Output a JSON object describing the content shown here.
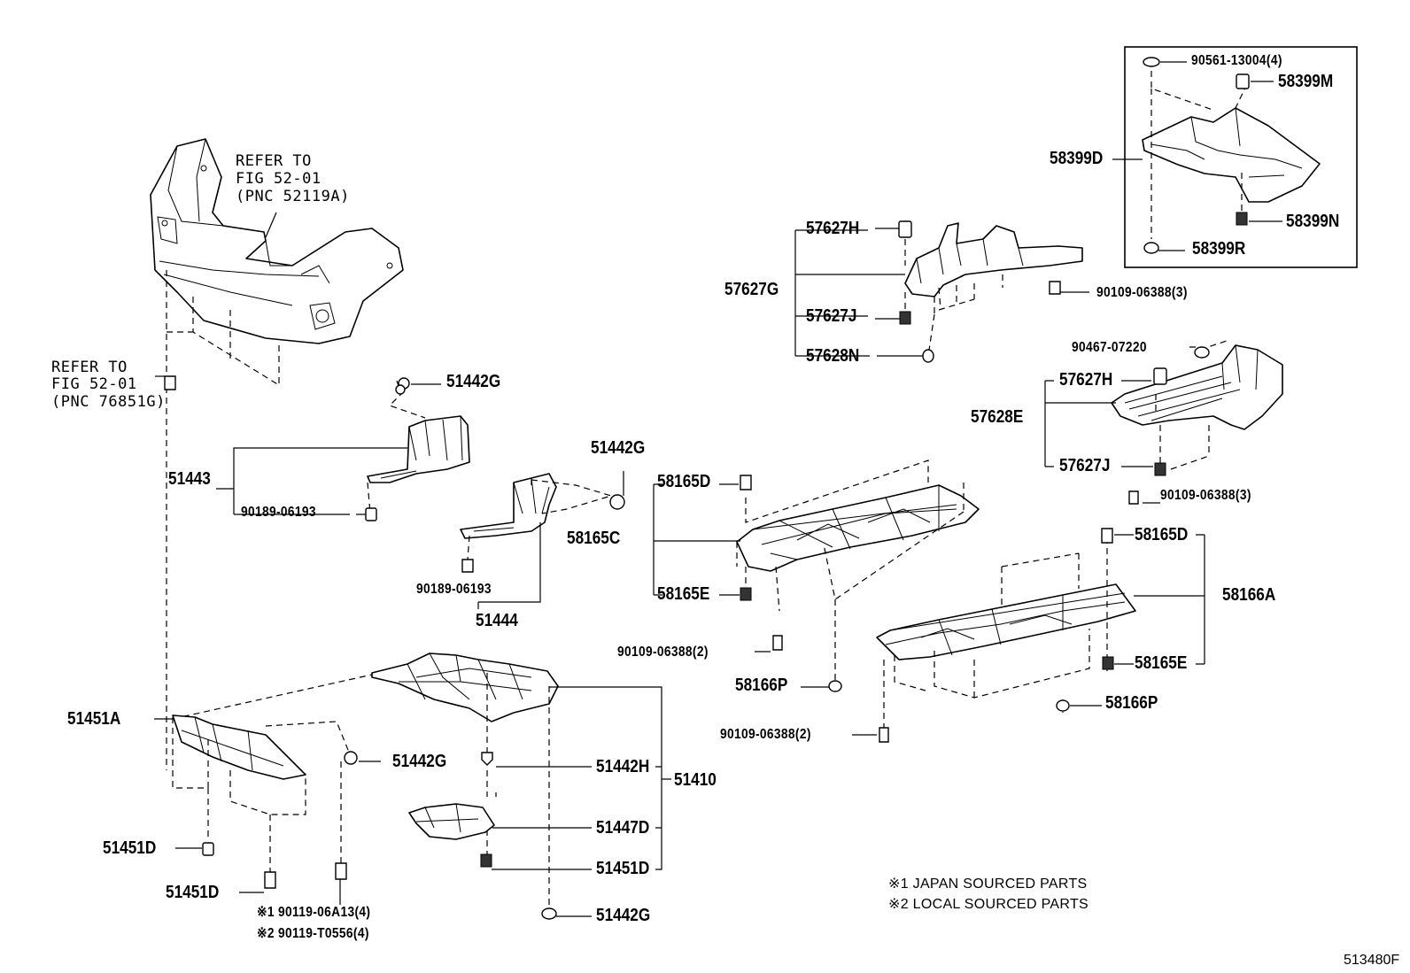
{
  "references": {
    "bumper_ref": [
      "REFER TO",
      "FIG 52-01",
      "(PNC 52119A)"
    ],
    "clip_ref": [
      "REFER TO",
      "FIG 52-01",
      "(PNC 76851G)"
    ]
  },
  "labels": {
    "p90561": "90561-13004(4)",
    "p58399M": "58399M",
    "p58399D": "58399D",
    "p58399N": "58399N",
    "p58399R": "58399R",
    "p57627H_a": "57627H",
    "p57627G": "57627G",
    "p57627J_a": "57627J",
    "p57628N": "57628N",
    "p90109_3a": "90109-06388(3)",
    "p90467": "90467-07220",
    "p57627H_b": "57627H",
    "p57628E": "57628E",
    "p57627J_b": "57627J",
    "p90109_3b": "90109-06388(3)",
    "p51442G_a": "51442G",
    "p51443": "51443",
    "p90189_a": "90189-06193",
    "p51442G_b": "51442G",
    "p90189_b": "90189-06193",
    "p51444": "51444",
    "p58165D_a": "58165D",
    "p58165C": "58165C",
    "p58165E_a": "58165E",
    "p90109_2a": "90109-06388(2)",
    "p58166P_a": "58166P",
    "p58165D_b": "58165D",
    "p58166A": "58166A",
    "p58165E_b": "58165E",
    "p58166P_b": "58166P",
    "p90109_2b": "90109-06388(2)",
    "p51451A": "51451A",
    "p51442G_c": "51442G",
    "p51442H": "51442H",
    "p51410": "51410",
    "p51447D": "51447D",
    "p51451D_a": "51451D",
    "p51451D_b": "51451D",
    "p51451D_c": "51451D",
    "p51442G_d": "51442G",
    "p90119_a": "※1 90119-06A13(4)",
    "p90119_b": "※2 90119-T0556(4)"
  },
  "notes": {
    "japan": "※1 JAPAN SOURCED PARTS",
    "local": "※2 LOCAL SOURCED PARTS"
  },
  "figure_id": "513480F"
}
